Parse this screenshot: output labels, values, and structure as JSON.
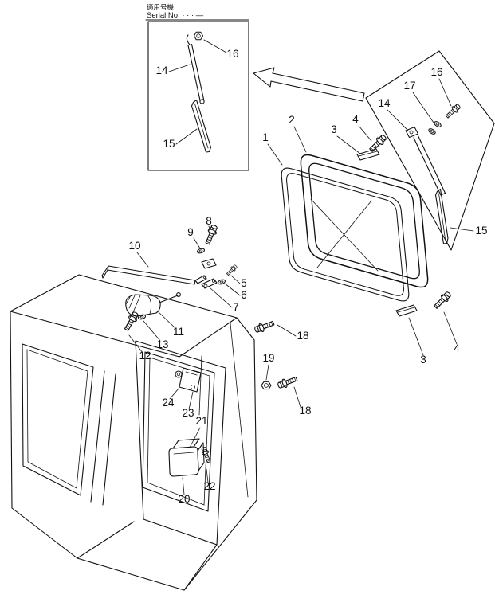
{
  "colors": {
    "ink": "#111111",
    "paper": "#ffffff"
  },
  "header": {
    "model_label": "適用号機",
    "serial_label": "Serial No. · · · —"
  },
  "callouts": {
    "glass": "1",
    "frame": "2",
    "spacer_top": "3",
    "bolt_top": "4",
    "spacer_bottom": "3",
    "bolt_bottom": "4",
    "link_bolt": "5",
    "link_washer": "6",
    "link_arm": "7",
    "pivot_bolt": "8",
    "pivot_washer": "9",
    "wiper_rod": "10",
    "wiper_motor": "11",
    "motor_bolt": "12",
    "motor_washer": "13",
    "inset_wiper_arm": "14",
    "inset_wiper_blade": "15",
    "inset_nut": "16",
    "right_wiper_arm": "14",
    "right_wiper_blade": "15",
    "right_bolt": "16",
    "right_washers": "17",
    "upper_cab_bolt": "18",
    "cab_nut": "19",
    "lower_cab_bolt": "18",
    "handle_box": "20",
    "handle_cover": "21",
    "handle_bolt": "22",
    "bracket": "23",
    "bracket_bolt": "24"
  }
}
